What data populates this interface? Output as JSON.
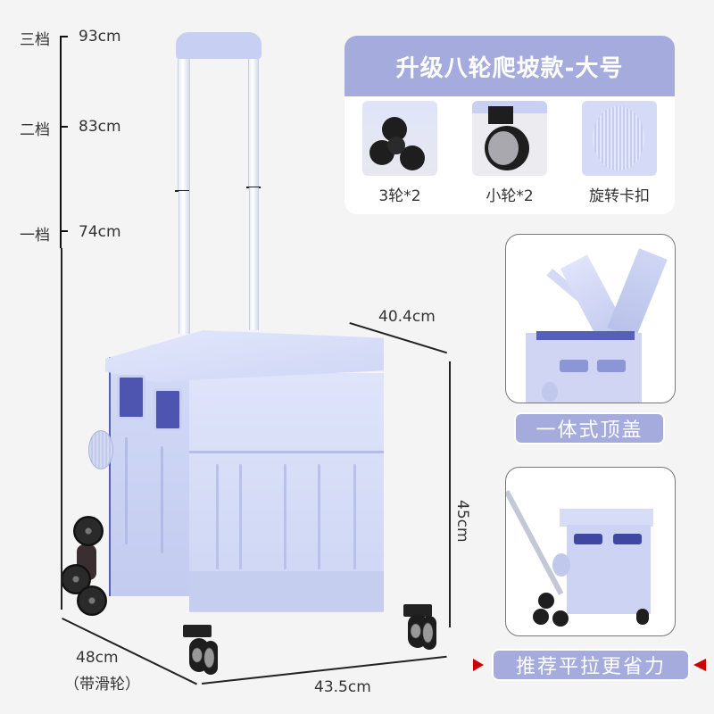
{
  "height_scale": {
    "levels": [
      {
        "label": "三档",
        "value": "93cm"
      },
      {
        "label": "二档",
        "value": "83cm"
      },
      {
        "label": "一档",
        "value": "74cm"
      }
    ]
  },
  "dimensions": {
    "depth_top": "40.4cm",
    "height": "45cm",
    "depth": "48cm",
    "depth_note": "（带滑轮）",
    "width": "43.5cm"
  },
  "feature_card": {
    "title": "升级八轮爬坡款-大号",
    "items": [
      {
        "label": "3轮*2",
        "icon": "three-wheel-icon"
      },
      {
        "label": "小轮*2",
        "icon": "caster-wheel-icon"
      },
      {
        "label": "旋转卡扣",
        "icon": "rotary-buckle-icon"
      }
    ]
  },
  "photo_cards": [
    {
      "caption": "一体式顶盖"
    },
    {
      "caption": "推荐平拉更省力"
    }
  ],
  "colors": {
    "accent": "#a5acdd",
    "cart_body": "#cdd5f4",
    "background": "#f4f4f4",
    "arrow": "#cc0000"
  }
}
